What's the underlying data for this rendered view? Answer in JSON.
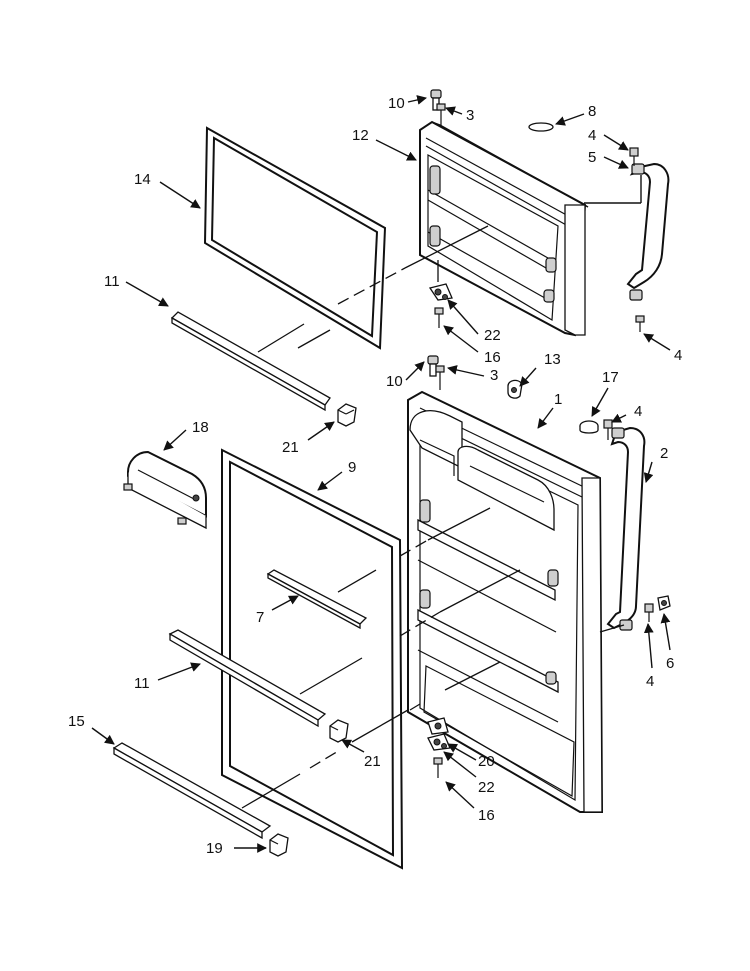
{
  "diagram": {
    "labels": {
      "c1": "1",
      "c2": "2",
      "c3a": "3",
      "c3b": "3",
      "c4a": "4",
      "c4b": "4",
      "c4c": "4",
      "c4d": "4",
      "c5": "5",
      "c6": "6",
      "c7": "7",
      "c8": "8",
      "c9": "9",
      "c10a": "10",
      "c10b": "10",
      "c11a": "11",
      "c11b": "11",
      "c12": "12",
      "c13": "13",
      "c14": "14",
      "c15": "15",
      "c16a": "16",
      "c16b": "16",
      "c17": "17",
      "c18": "18",
      "c19": "19",
      "c20": "20",
      "c21a": "21",
      "c21b": "21",
      "c22a": "22",
      "c22b": "22"
    }
  }
}
